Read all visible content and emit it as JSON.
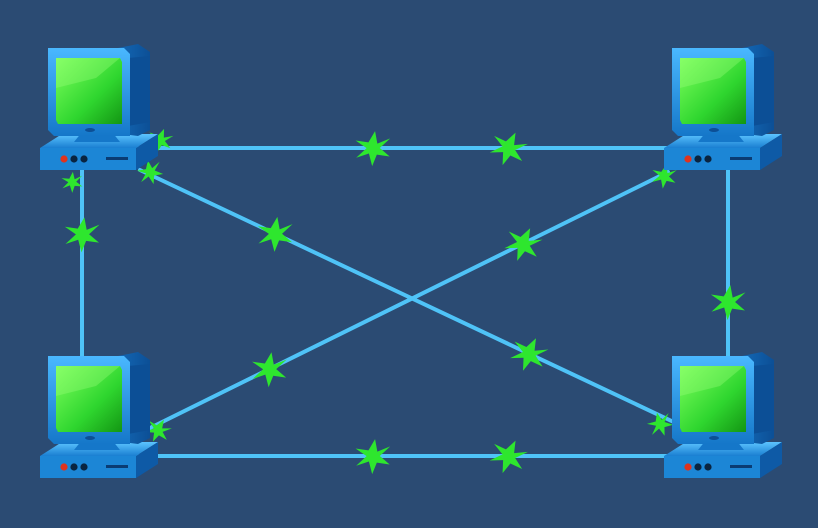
{
  "diagram": {
    "topology": "full-mesh",
    "nodes": [
      {
        "id": "node-top-left",
        "kind": "computer"
      },
      {
        "id": "node-top-right",
        "kind": "computer"
      },
      {
        "id": "node-bottom-left",
        "kind": "computer"
      },
      {
        "id": "node-bottom-right",
        "kind": "computer"
      }
    ],
    "links": [
      {
        "id": "link-top",
        "from": "node-top-left",
        "to": "node-top-right",
        "packets": 2
      },
      {
        "id": "link-bottom",
        "from": "node-bottom-left",
        "to": "node-bottom-right",
        "packets": 2
      },
      {
        "id": "link-left",
        "from": "node-top-left",
        "to": "node-bottom-left",
        "packets": 1
      },
      {
        "id": "link-right",
        "from": "node-top-right",
        "to": "node-bottom-right",
        "packets": 1
      },
      {
        "id": "link-diag-down",
        "from": "node-top-left",
        "to": "node-bottom-right",
        "packets": 2
      },
      {
        "id": "link-diag-up",
        "from": "node-bottom-left",
        "to": "node-top-right",
        "packets": 2
      }
    ]
  },
  "colors": {
    "background": "#2b4b73",
    "link": "#4fc3f7",
    "packet": "#2ee62e",
    "computer_body": "#1e8fe0",
    "computer_dark": "#0d5fa8",
    "screen": "#36d836"
  },
  "icons": {
    "node": "computer-icon",
    "packet": "data-packet-icon"
  }
}
